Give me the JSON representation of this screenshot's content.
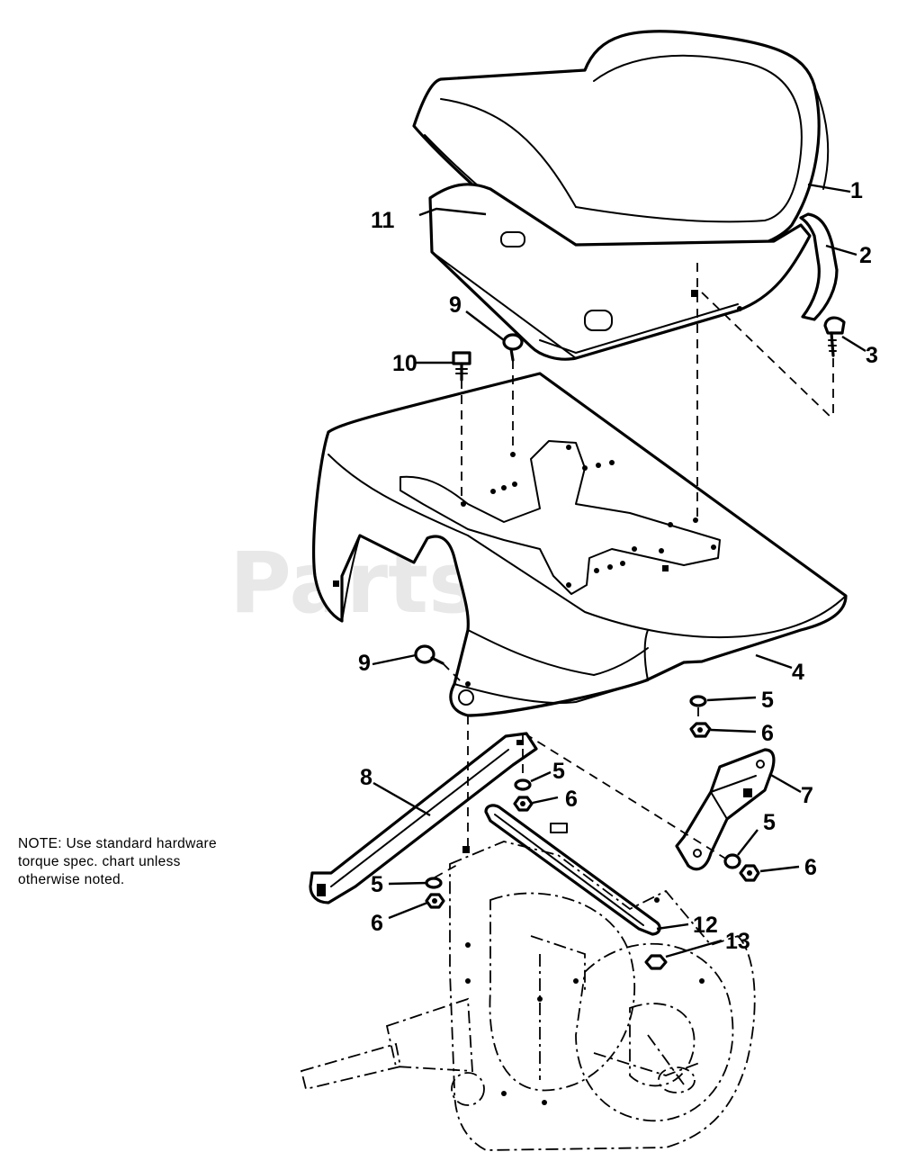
{
  "watermark": "PartsTree",
  "note": {
    "line1": "NOTE:  Use standard hardware",
    "line2": "torque spec. chart unless",
    "line3": "otherwise noted."
  },
  "callouts": {
    "c1": "1",
    "c2": "2",
    "c3": "3",
    "c4": "4",
    "c5a": "5",
    "c5b": "5",
    "c5c": "5",
    "c5d": "5",
    "c6a": "6",
    "c6b": "6",
    "c6c": "6",
    "c6d": "6",
    "c7": "7",
    "c8": "8",
    "c9a": "9",
    "c9b": "9",
    "c10": "10",
    "c11": "11",
    "c12": "12",
    "c13": "13"
  }
}
